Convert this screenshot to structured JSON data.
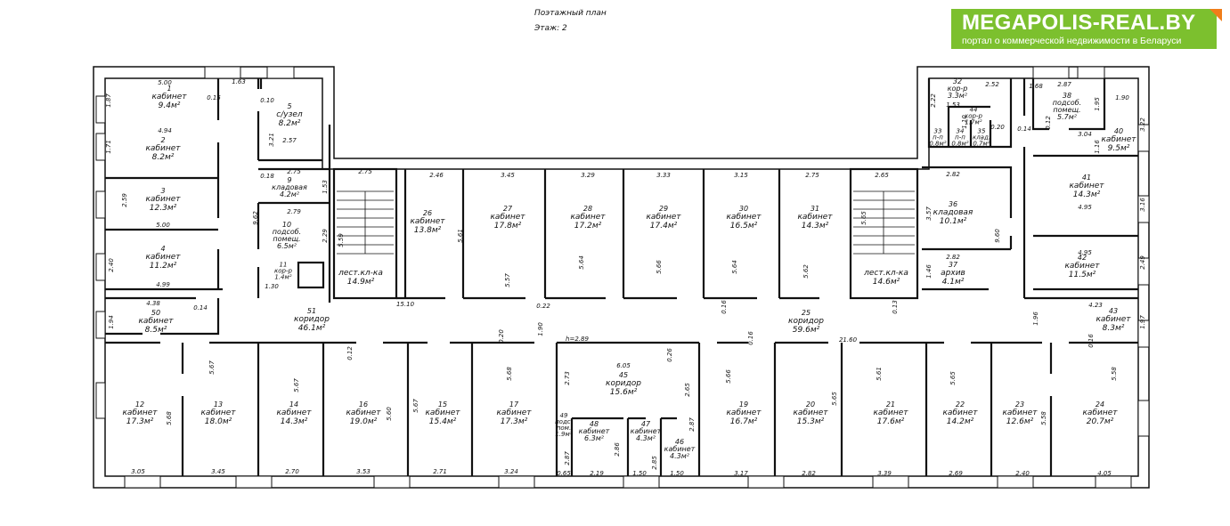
{
  "header": {
    "title": "Поэтажный план",
    "floor": "Этаж: 2"
  },
  "logo": {
    "name": "MEGAPOLIS-REAL.BY",
    "tagline": "портал о коммерческой недвижимости в Беларуси",
    "brand_color": "#7cc02e",
    "accent_color": "#f07d1a"
  },
  "rooms": [
    {
      "num": "1",
      "name": "кабинет",
      "area": "9.4м²"
    },
    {
      "num": "2",
      "name": "кабинет",
      "area": "8.2м²"
    },
    {
      "num": "3",
      "name": "кабинет",
      "area": "12.3м²"
    },
    {
      "num": "4",
      "name": "кабинет",
      "area": "11.2м²"
    },
    {
      "num": "5",
      "name": "с/узел",
      "area": "8.2м²"
    },
    {
      "num": "9",
      "name": "кладовая",
      "area": "4.2м²"
    },
    {
      "num": "10",
      "name": "подсоб. помещ.",
      "area": "6.5м²"
    },
    {
      "num": "11",
      "name": "кор-р",
      "area": "1.4м²"
    },
    {
      "num": "",
      "name": "лест.кл-ка",
      "area": "14.9м²"
    },
    {
      "num": "26",
      "name": "кабинет",
      "area": "13.8м²"
    },
    {
      "num": "27",
      "name": "кабинет",
      "area": "17.8м²"
    },
    {
      "num": "28",
      "name": "кабинет",
      "area": "17.2м²"
    },
    {
      "num": "29",
      "name": "кабинет",
      "area": "17.4м²"
    },
    {
      "num": "30",
      "name": "кабинет",
      "area": "16.5м²"
    },
    {
      "num": "31",
      "name": "кабинет",
      "area": "14.3м²"
    },
    {
      "num": "",
      "name": "лест.кл-ка",
      "area": "14.6м²"
    },
    {
      "num": "32",
      "name": "кор-р",
      "area": "3.3м²"
    },
    {
      "num": "44",
      "name": "кор-р",
      "area": "1.7м²"
    },
    {
      "num": "33",
      "name": "п-п",
      "area": "0.8м²"
    },
    {
      "num": "34",
      "name": "п-п",
      "area": "0.8м²"
    },
    {
      "num": "35",
      "name": "клад.",
      "area": "0.7м²"
    },
    {
      "num": "36",
      "name": "кладовая",
      "area": "10.1м²"
    },
    {
      "num": "37",
      "name": "архив",
      "area": "4.1м²"
    },
    {
      "num": "38",
      "name": "подсоб. помещ.",
      "area": "5.7м²"
    },
    {
      "num": "40",
      "name": "кабинет",
      "area": "9.5м²"
    },
    {
      "num": "41",
      "name": "кабинет",
      "area": "14.3м²"
    },
    {
      "num": "42",
      "name": "кабинет",
      "area": "11.5м²"
    },
    {
      "num": "43",
      "name": "кабинет",
      "area": "8.3м²"
    },
    {
      "num": "50",
      "name": "кабинет",
      "area": "8.5м²"
    },
    {
      "num": "51",
      "name": "коридор",
      "area": "46.1м²"
    },
    {
      "num": "25",
      "name": "коридор",
      "area": "59.6м²"
    },
    {
      "num": "12",
      "name": "кабинет",
      "area": "17.3м²"
    },
    {
      "num": "13",
      "name": "кабинет",
      "area": "18.0м²"
    },
    {
      "num": "14",
      "name": "кабинет",
      "area": "14.3м²"
    },
    {
      "num": "16",
      "name": "кабинет",
      "area": "19.0м²"
    },
    {
      "num": "15",
      "name": "кабинет",
      "area": "15.4м²"
    },
    {
      "num": "17",
      "name": "кабинет",
      "area": "17.3м²"
    },
    {
      "num": "45",
      "name": "коридор",
      "area": "15.6м²"
    },
    {
      "num": "49",
      "name": "подс. пом.",
      "area": "1.9м²"
    },
    {
      "num": "48",
      "name": "кабинет",
      "area": "6.3м²"
    },
    {
      "num": "47",
      "name": "кабинет",
      "area": "4.3м²"
    },
    {
      "num": "46",
      "name": "кабинет",
      "area": "4.3м²"
    },
    {
      "num": "19",
      "name": "кабинет",
      "area": "16.7м²"
    },
    {
      "num": "20",
      "name": "кабинет",
      "area": "15.3м²"
    },
    {
      "num": "21",
      "name": "кабинет",
      "area": "17.6м²"
    },
    {
      "num": "22",
      "name": "кабинет",
      "area": "14.2м²"
    },
    {
      "num": "23",
      "name": "кабинет",
      "area": "12.6м²"
    },
    {
      "num": "24",
      "name": "кабинет",
      "area": "20.7м²"
    }
  ],
  "dimensions": [
    "5.00",
    "1.87",
    "0.15",
    "1.63",
    "0.10",
    "3.21",
    "2.57",
    "4.94",
    "1.71",
    "2.59",
    "5.00",
    "2.40",
    "4.99",
    "2.75",
    "0.18",
    "1.53",
    "2.79",
    "9.62",
    "2.29",
    "1.30",
    "2.75",
    "5.59",
    "2.46",
    "3.45",
    "3.29",
    "3.33",
    "3.15",
    "2.75",
    "2.65",
    "5.61",
    "5.57",
    "5.64",
    "5.66",
    "5.64",
    "5.62",
    "5.65",
    "15.10",
    "0.22",
    "0.16",
    "0.13",
    "2.52",
    "1.68",
    "2.87",
    "1.90",
    "2.22",
    "1.53",
    "1.10",
    "0.20",
    "0.14",
    "0.12",
    "1.95",
    "3.04",
    "1.16",
    "3.22",
    "2.82",
    "3.57",
    "9.60",
    "4.95",
    "3.16",
    "4.95",
    "2.49",
    "2.82",
    "1.46",
    "4.23",
    "1.96",
    "1.97",
    "0.16",
    "4.38",
    "1.94",
    "0.14",
    "5.67",
    "5.67",
    "0.12",
    "5.68",
    "5.60",
    "5.67",
    "5.68",
    "1.90",
    "h=2.89",
    "6.05",
    "0.26",
    "2.73",
    "2.65",
    "2.87",
    "2.86",
    "2.85",
    "2.87",
    "0.65",
    "2.19",
    "1.50",
    "1.50",
    "3.05",
    "3.45",
    "2.70",
    "3.53",
    "2.71",
    "3.24",
    "0.16",
    "21.60",
    "5.66",
    "5.65",
    "5.61",
    "5.65",
    "5.58",
    "5.58",
    "3.17",
    "2.82",
    "3.39",
    "2.69",
    "2.40",
    "4.05",
    "0.20"
  ]
}
